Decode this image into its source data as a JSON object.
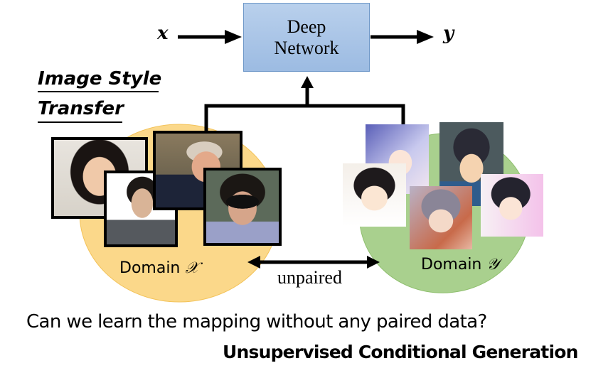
{
  "diagram": {
    "input_var": "x",
    "output_var": "y",
    "network": {
      "line1": "Deep",
      "line2": "Network",
      "fill": "#a9c5e8",
      "border": "#6f98c8"
    },
    "title": {
      "line1": "Image Style",
      "line2": "Transfer"
    },
    "domain_x": {
      "label": "Domain",
      "symbol": "𝒳",
      "color": "#fbd88a",
      "images": [
        {
          "name": "photo-woman-smiling"
        },
        {
          "name": "photo-man-glasses"
        },
        {
          "name": "photo-man-suit"
        },
        {
          "name": "photo-man-sunglasses"
        }
      ]
    },
    "domain_y": {
      "label": "Domain",
      "symbol": "𝒴",
      "color": "#a9d08e",
      "images": [
        {
          "name": "anime-girl-glasses-blue-hair"
        },
        {
          "name": "anime-boy-glasses"
        },
        {
          "name": "anime-girl-hands-on-cheeks"
        },
        {
          "name": "anime-girl-silver-hair"
        },
        {
          "name": "anime-girl-twintails"
        }
      ]
    },
    "relation_label": "unpaired",
    "question": "Can we learn the mapping without any paired data?",
    "subtitle": "Unsupervised Conditional Generation"
  }
}
